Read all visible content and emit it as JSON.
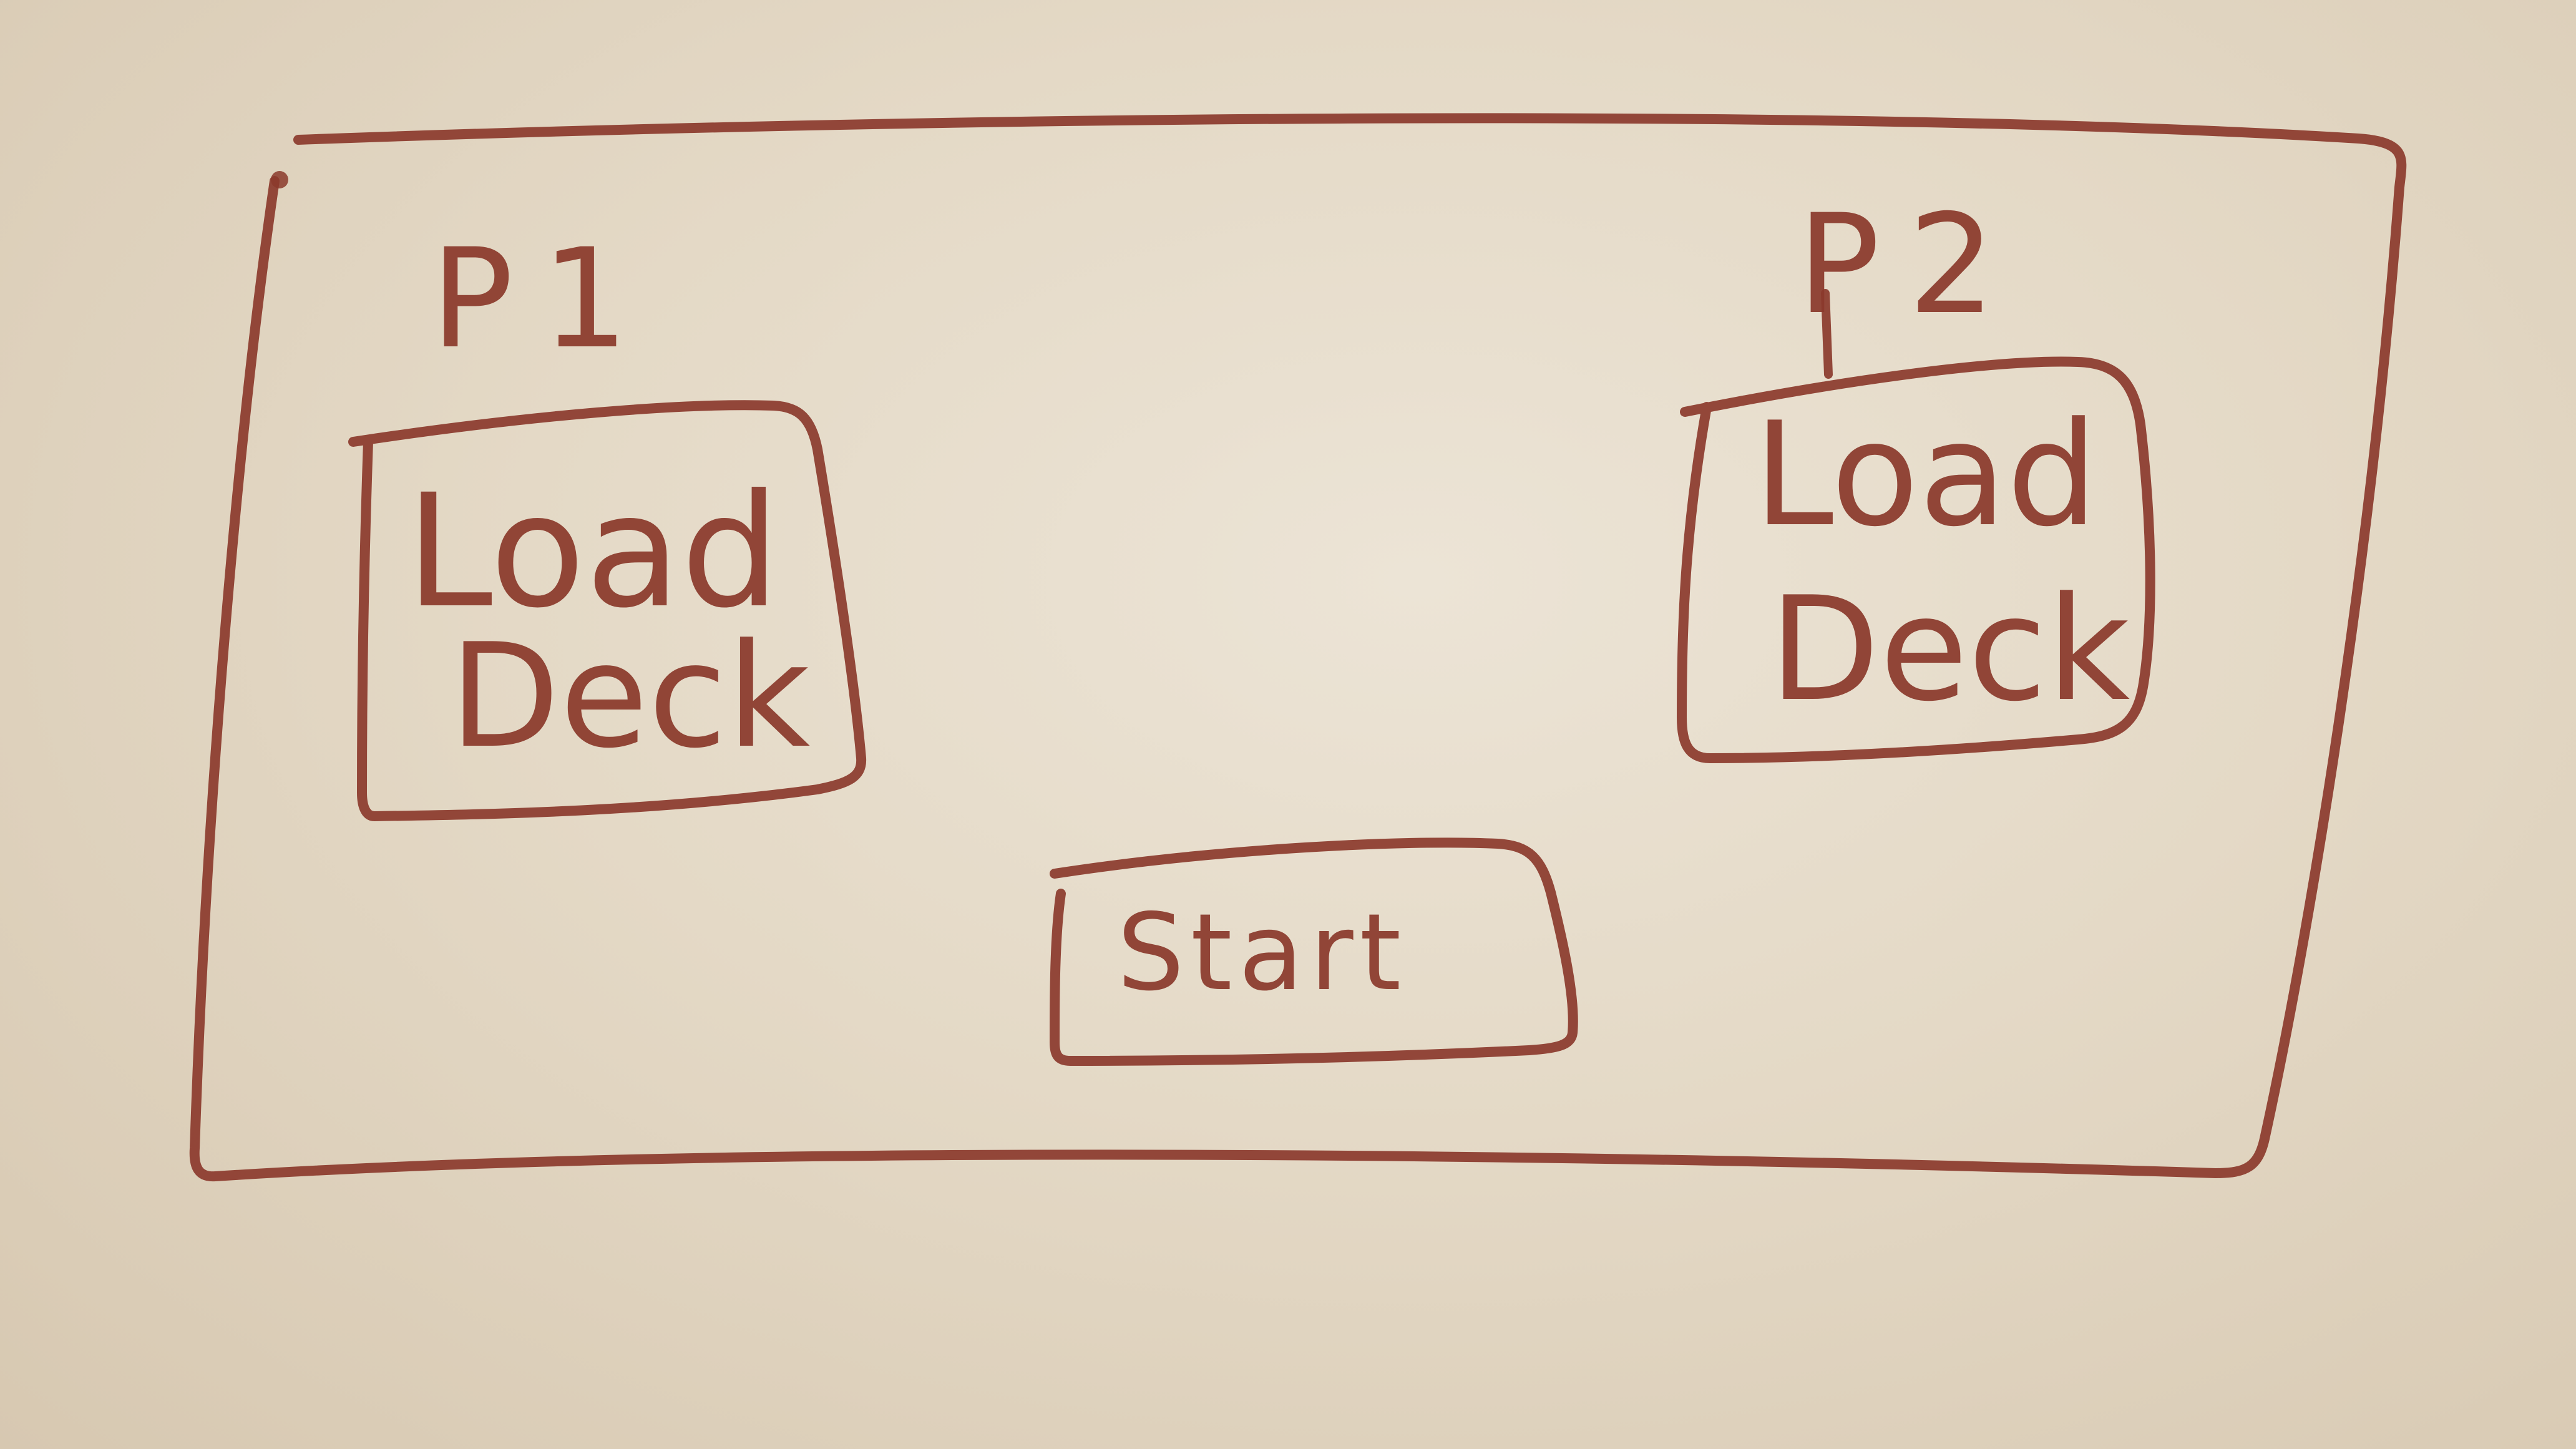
{
  "player1": {
    "label": "P1",
    "load_deck_button": {
      "line1": "Load",
      "line2": "Deck"
    }
  },
  "player2": {
    "label": "P2",
    "load_deck_button": {
      "line1": "Load",
      "line2": "Deck"
    }
  },
  "start_button": {
    "label": "Start"
  },
  "colors": {
    "whiteboard": "#e4d9c6",
    "marker_ink": "#8b3a2c"
  }
}
